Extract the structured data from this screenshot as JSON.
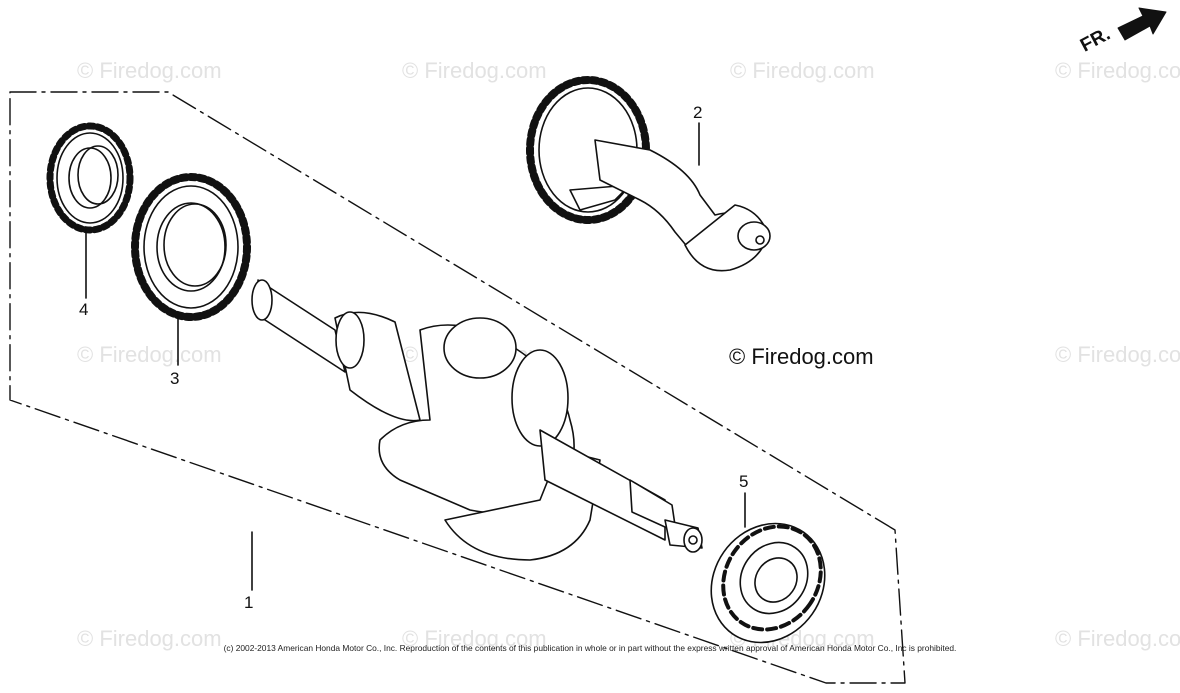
{
  "watermark": "© Firedog.com",
  "brand_mark": "© Firedog.com",
  "direction_indicator": "FR.",
  "copyright_notice": "(c) 2002-2013 American Honda Motor Co., Inc. Reproduction of the contents of this publication in whole or in part without the express written approval of American Honda Motor Co., Inc is prohibited.",
  "parts": [
    {
      "id": "crankshaft-assembly",
      "callout": "1"
    },
    {
      "id": "balancer-shaft",
      "callout": "2"
    },
    {
      "id": "crankshaft-gear",
      "callout": "3"
    },
    {
      "id": "timing-gear",
      "callout": "4"
    },
    {
      "id": "ball-bearing",
      "callout": "5"
    }
  ]
}
